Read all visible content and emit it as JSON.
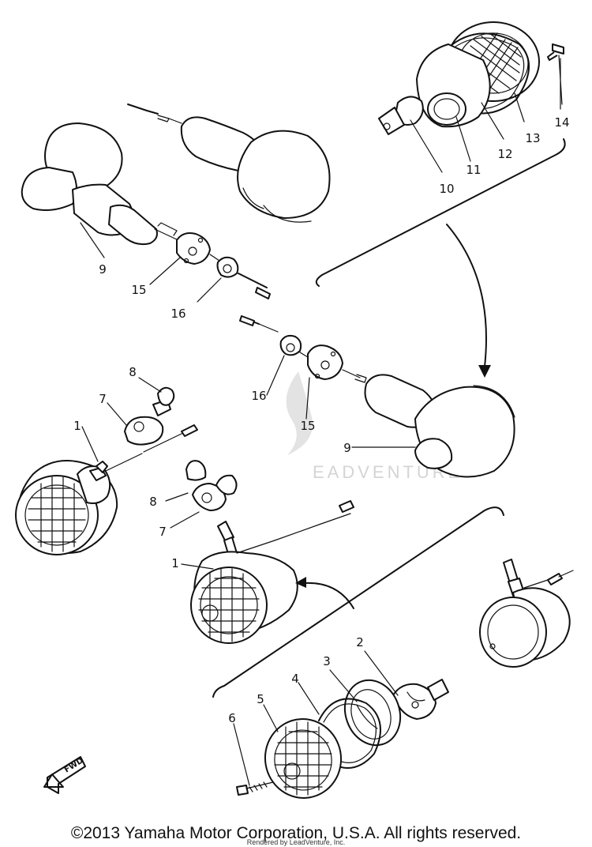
{
  "callouts": {
    "c1_left": "1",
    "c1_center": "1",
    "c2": "2",
    "c3": "3",
    "c4": "4",
    "c5": "5",
    "c6": "6",
    "c7_left": "7",
    "c7_center": "7",
    "c8_left": "8",
    "c8_center": "8",
    "c9_left": "9",
    "c9_right": "9",
    "c10": "10",
    "c11": "11",
    "c12": "12",
    "c13": "13",
    "c14": "14",
    "c15_left": "15",
    "c15_right": "15",
    "c16_left": "16",
    "c16_right": "16"
  },
  "fwd_label": "FWD",
  "watermark": "EADVENTURE",
  "copyright": "©2013 Yamaha Motor Corporation, U.S.A. All rights reserved.",
  "rendered_by": "Rendered by LeadVenture, Inc."
}
